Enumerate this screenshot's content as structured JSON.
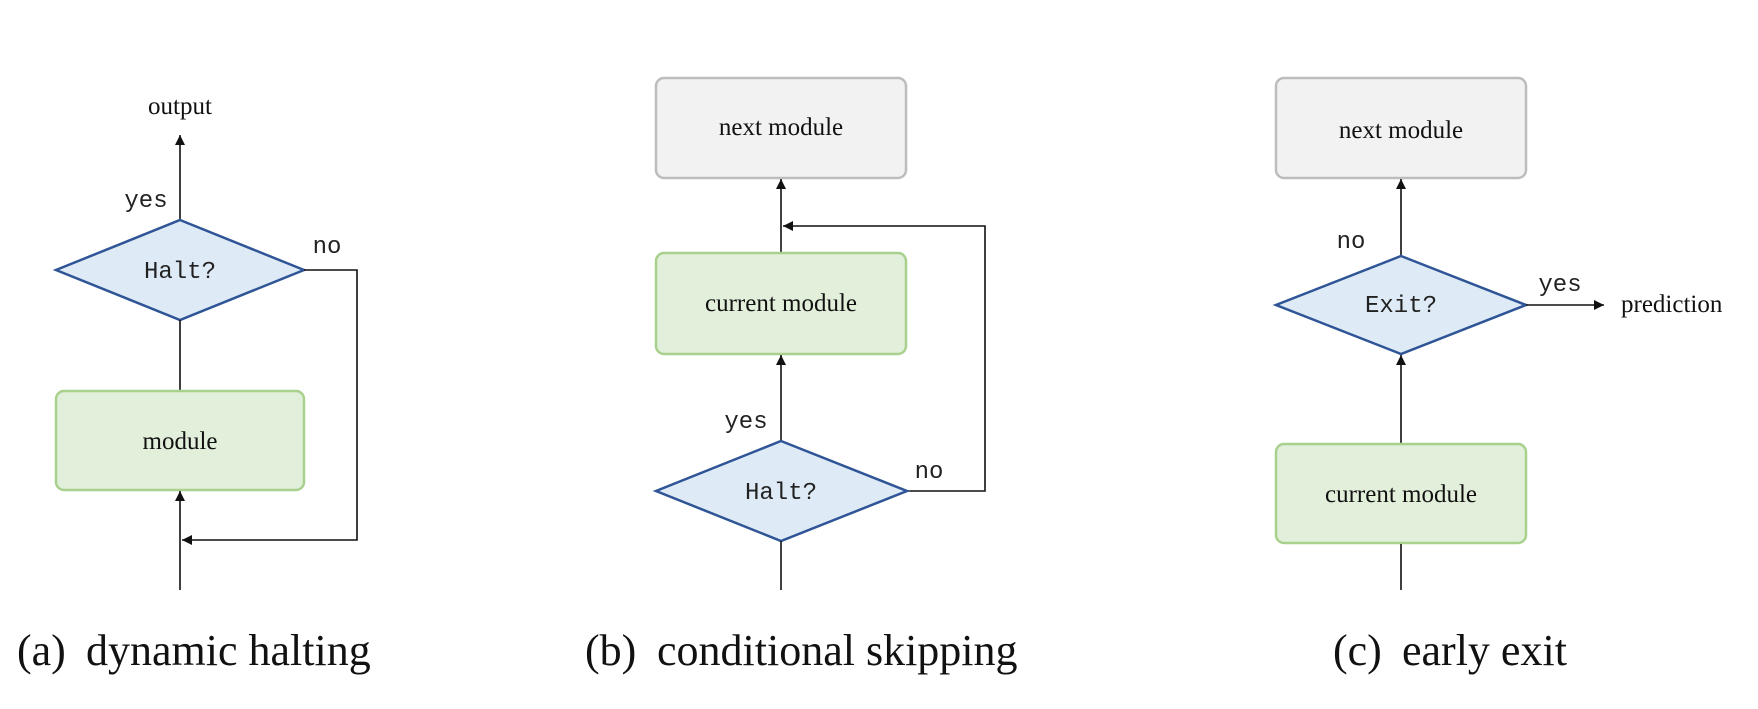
{
  "panel_a": {
    "output_label": "output",
    "decision_label": "Halt?",
    "yes_label": "yes",
    "no_label": "no",
    "module_label": "module",
    "caption_letter": "(a)",
    "caption_text": "dynamic halting"
  },
  "panel_b": {
    "next_label": "next module",
    "current_label": "current module",
    "decision_label": "Halt?",
    "yes_label": "yes",
    "no_label": "no",
    "caption_letter": "(b)",
    "caption_text": "conditional skipping"
  },
  "panel_c": {
    "next_label": "next module",
    "decision_label": "Exit?",
    "yes_label": "yes",
    "no_label": "no",
    "prediction_label": "prediction",
    "current_label": "current module",
    "caption_letter": "(c)",
    "caption_text": "early exit"
  },
  "colors": {
    "gray_fill": "#f2f2f2",
    "gray_stroke": "#bdbdbd",
    "green_fill": "#e2efda",
    "green_stroke": "#a9d18e",
    "diamond_fill": "#deebf7",
    "diamond_stroke": "#2f5597"
  }
}
